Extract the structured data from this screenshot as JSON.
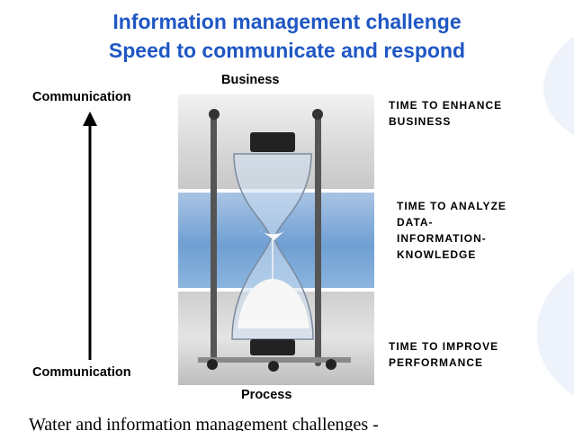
{
  "title": {
    "line1": "Information management challenge",
    "line2": "Speed to communicate and respond"
  },
  "diagram": {
    "top_label": "Business",
    "bottom_label": "Process",
    "axis_top_label": "Communication",
    "axis_bottom_label": "Communication",
    "captions": {
      "top": [
        "TIME TO ENHANCE",
        "BUSINESS"
      ],
      "middle": [
        "TIME TO ANALYZE",
        "DATA-",
        "INFORMATION-",
        "KNOWLEDGE"
      ],
      "bottom": [
        "TIME TO IMPROVE",
        "PERFORMANCE"
      ]
    },
    "colors": {
      "title": "#1f57c4",
      "sand": "#f5f5f5",
      "glass_tint": "#9fc3ea",
      "frame": "#555555"
    }
  },
  "footer": {
    "text": "Water and information management challenges -"
  }
}
